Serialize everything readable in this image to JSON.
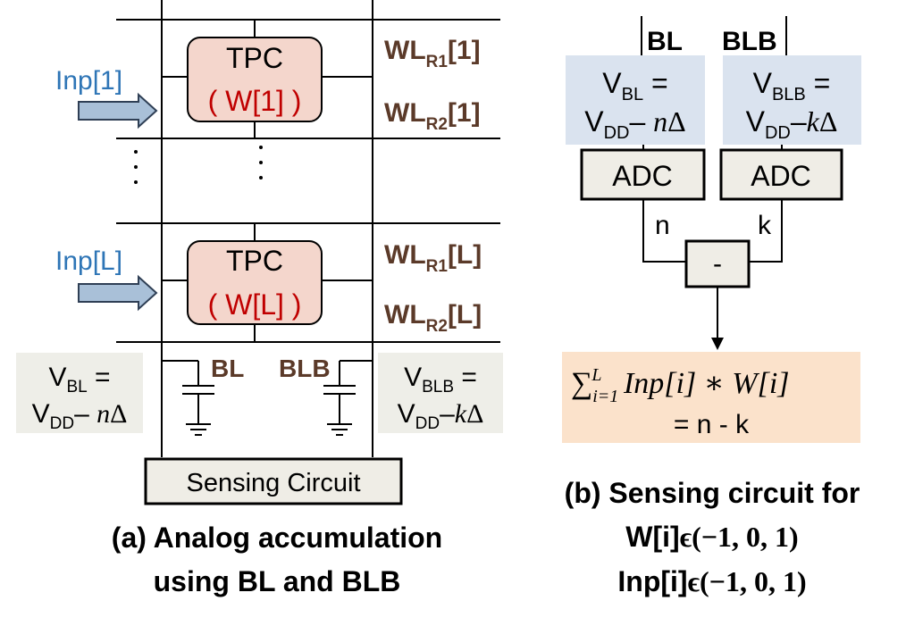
{
  "panel_a": {
    "inputs": [
      {
        "label": "Inp[1]"
      },
      {
        "label": "Inp[L]"
      }
    ],
    "tpc_blocks": [
      {
        "title": "TPC",
        "weight": "( W[1] )",
        "wl1_base": "WL",
        "wl1_sub": "R1",
        "wl1_idx": "[1]",
        "wl2_base": "WL",
        "wl2_sub": "R2",
        "wl2_idx": "[1]"
      },
      {
        "title": "TPC",
        "weight": "( W[L] )",
        "wl1_base": "WL",
        "wl1_sub": "R1",
        "wl1_idx": "[L]",
        "wl2_base": "WL",
        "wl2_sub": "R2",
        "wl2_idx": "[L]"
      }
    ],
    "bl_label": "BL",
    "blb_label": "BLB",
    "left_box": {
      "v": "V",
      "v_sub": "BL",
      "eq": " =",
      "vdd": "V",
      "vdd_sub": "DD",
      "minus": "– ",
      "n": "n",
      "delta": "Δ"
    },
    "right_box": {
      "v": "V",
      "v_sub": "BLB",
      "eq": " =",
      "vdd": "V",
      "vdd_sub": "DD",
      "minus": "–",
      "k": "k",
      "delta": "Δ"
    },
    "sensing_label": "Sensing Circuit",
    "caption_line1": "(a) Analog accumulation",
    "caption_line2": "using BL and BLB"
  },
  "panel_b": {
    "bl_label": "BL",
    "blb_label": "BLB",
    "left_box": {
      "v": "V",
      "v_sub": "BL",
      "eq": " =",
      "vdd": "V",
      "vdd_sub": "DD",
      "minus": "– ",
      "n": "n",
      "delta": "Δ"
    },
    "right_box": {
      "v": "V",
      "v_sub": "BLB",
      "eq": " =",
      "vdd": "V",
      "vdd_sub": "DD",
      "minus": "–",
      "k": "k",
      "delta": "Δ"
    },
    "adc_label": "ADC",
    "n_label": "n",
    "k_label": "k",
    "subtract_label": "-",
    "sum_symbol": "∑",
    "sum_upper": "L",
    "sum_lower": "i=1",
    "sum_expr": " Inp[i] ∗ W[i]",
    "result": "= n - k",
    "caption_line1": "(b) Sensing circuit for",
    "caption_line2_pre": "W[i]",
    "caption_line3_pre": "Inp[i]",
    "caption_set": "ϵ(−1, 0, 1)"
  },
  "colors": {
    "input_blue": "#2e75b6",
    "weight_red": "#c00000",
    "wl_brown": "#5b3a29",
    "tpc_fill": "#f4d6cc",
    "gray_box": "#eeeee8",
    "blue_box": "#dae3ef",
    "orange_box": "#fbe2cb",
    "adc_fill": "#efede6",
    "arrow_fill": "#a9c0d8"
  }
}
